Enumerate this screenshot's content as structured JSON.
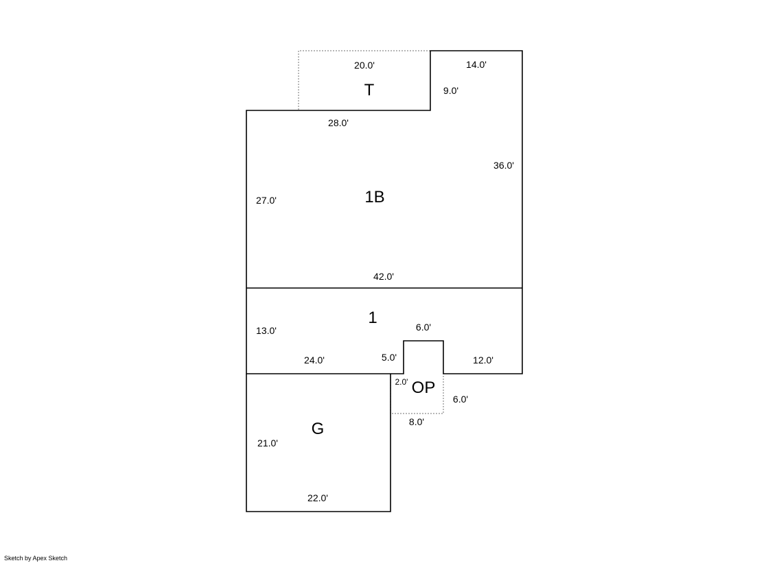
{
  "areas": {
    "t": {
      "label": "T"
    },
    "b1": {
      "label": "1B"
    },
    "f1": {
      "label": "1"
    },
    "op": {
      "label": "OP"
    },
    "g": {
      "label": "G"
    }
  },
  "dimensions": {
    "t_top": "20.0'",
    "top_right": "14.0'",
    "step_9": "9.0'",
    "b1_top": "28.0'",
    "right_36": "36.0'",
    "b1_left": "27.0'",
    "b1_bottom": "42.0'",
    "f1_left": "13.0'",
    "op_top": "6.0'",
    "f1_bottom_left": "24.0'",
    "op_left": "5.0'",
    "f1_bottom_right": "12.0'",
    "op_inner": "2.0'",
    "op_right": "6.0'",
    "op_bottom": "8.0'",
    "g_left": "21.0'",
    "g_bottom": "22.0'"
  },
  "footer": {
    "credit": "Sketch by Apex Sketch"
  }
}
